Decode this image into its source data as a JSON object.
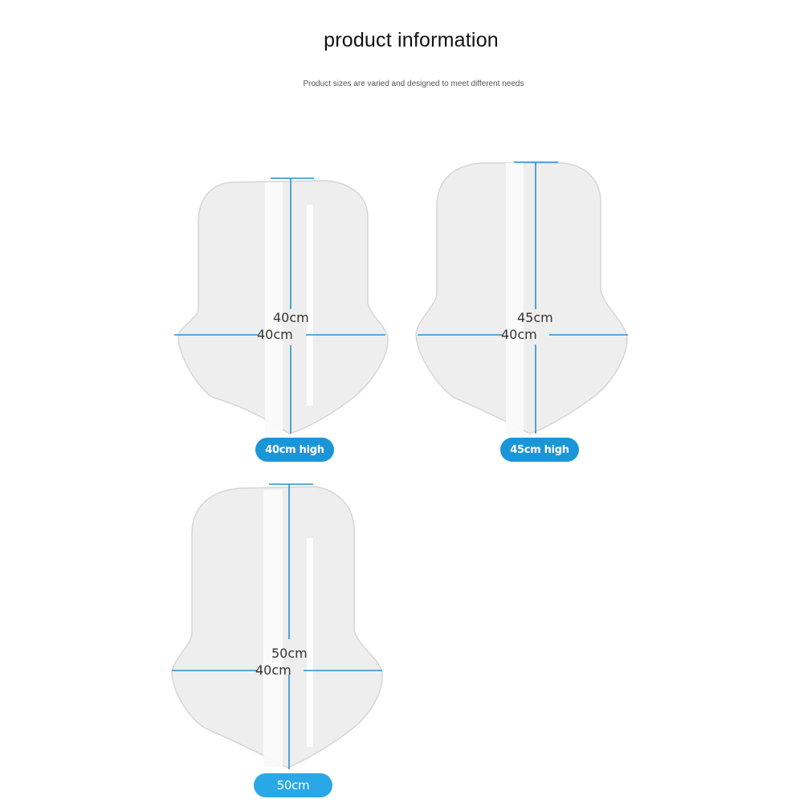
{
  "header": {
    "title": "product information",
    "subtitle": "Product sizes are varied and designed to meet different needs"
  },
  "products": [
    {
      "height_label": "40cm",
      "width_label": "40cm",
      "badge": "40cm high"
    },
    {
      "height_label": "45cm",
      "width_label": "40cm",
      "badge": "45cm high"
    },
    {
      "height_label": "50cm",
      "width_label": "40cm",
      "badge": "50cm"
    }
  ],
  "colors": {
    "accent": "#1a96d8",
    "dimension_line": "#2a8fd0",
    "panel_fill": "#eeeeee",
    "panel_edge": "#d6d6d6"
  }
}
